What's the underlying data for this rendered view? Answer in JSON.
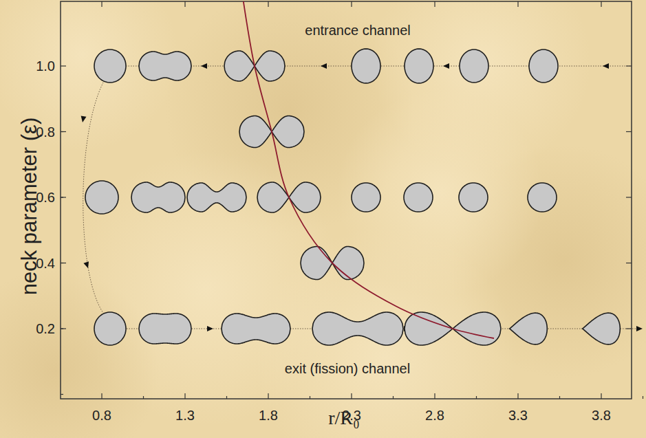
{
  "diagram": {
    "labels": [
      "entrance channel",
      "exit (fission) channel",
      "neck parameter (ε)",
      "r/R₀",
      "1.0",
      "0.8",
      "0.6",
      "0.4",
      "0.2",
      "0.8",
      "1.3",
      "1.8",
      "2.3",
      "2.8",
      "3.3",
      "3.8"
    ]
  }
}
